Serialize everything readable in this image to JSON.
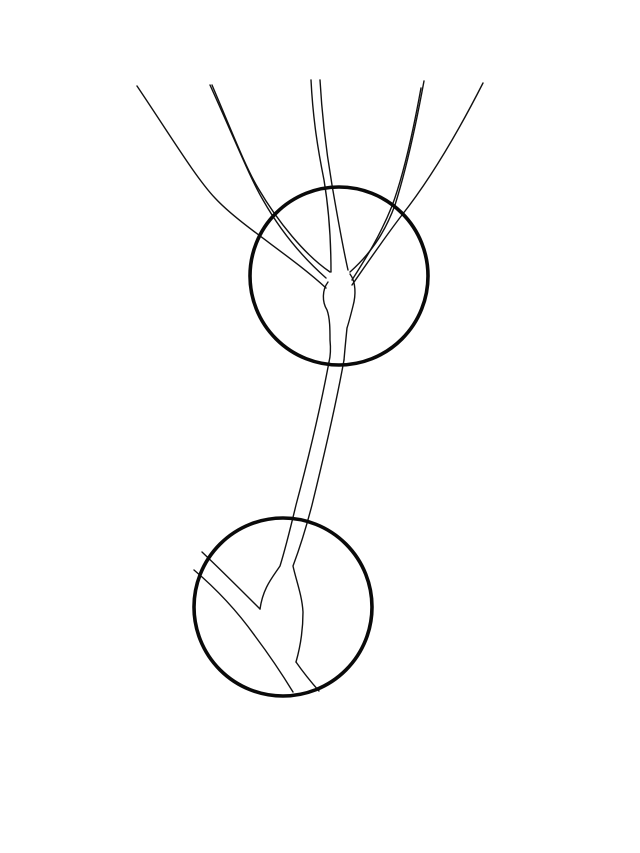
{
  "diagram": {
    "type": "vessel-branching-line-drawing",
    "background": "#ffffff",
    "stroke_color": "#111111",
    "highlight_circles": [
      {
        "name": "upper-junction",
        "description_shown": false
      },
      {
        "name": "lower-junction",
        "description_shown": false
      }
    ]
  }
}
